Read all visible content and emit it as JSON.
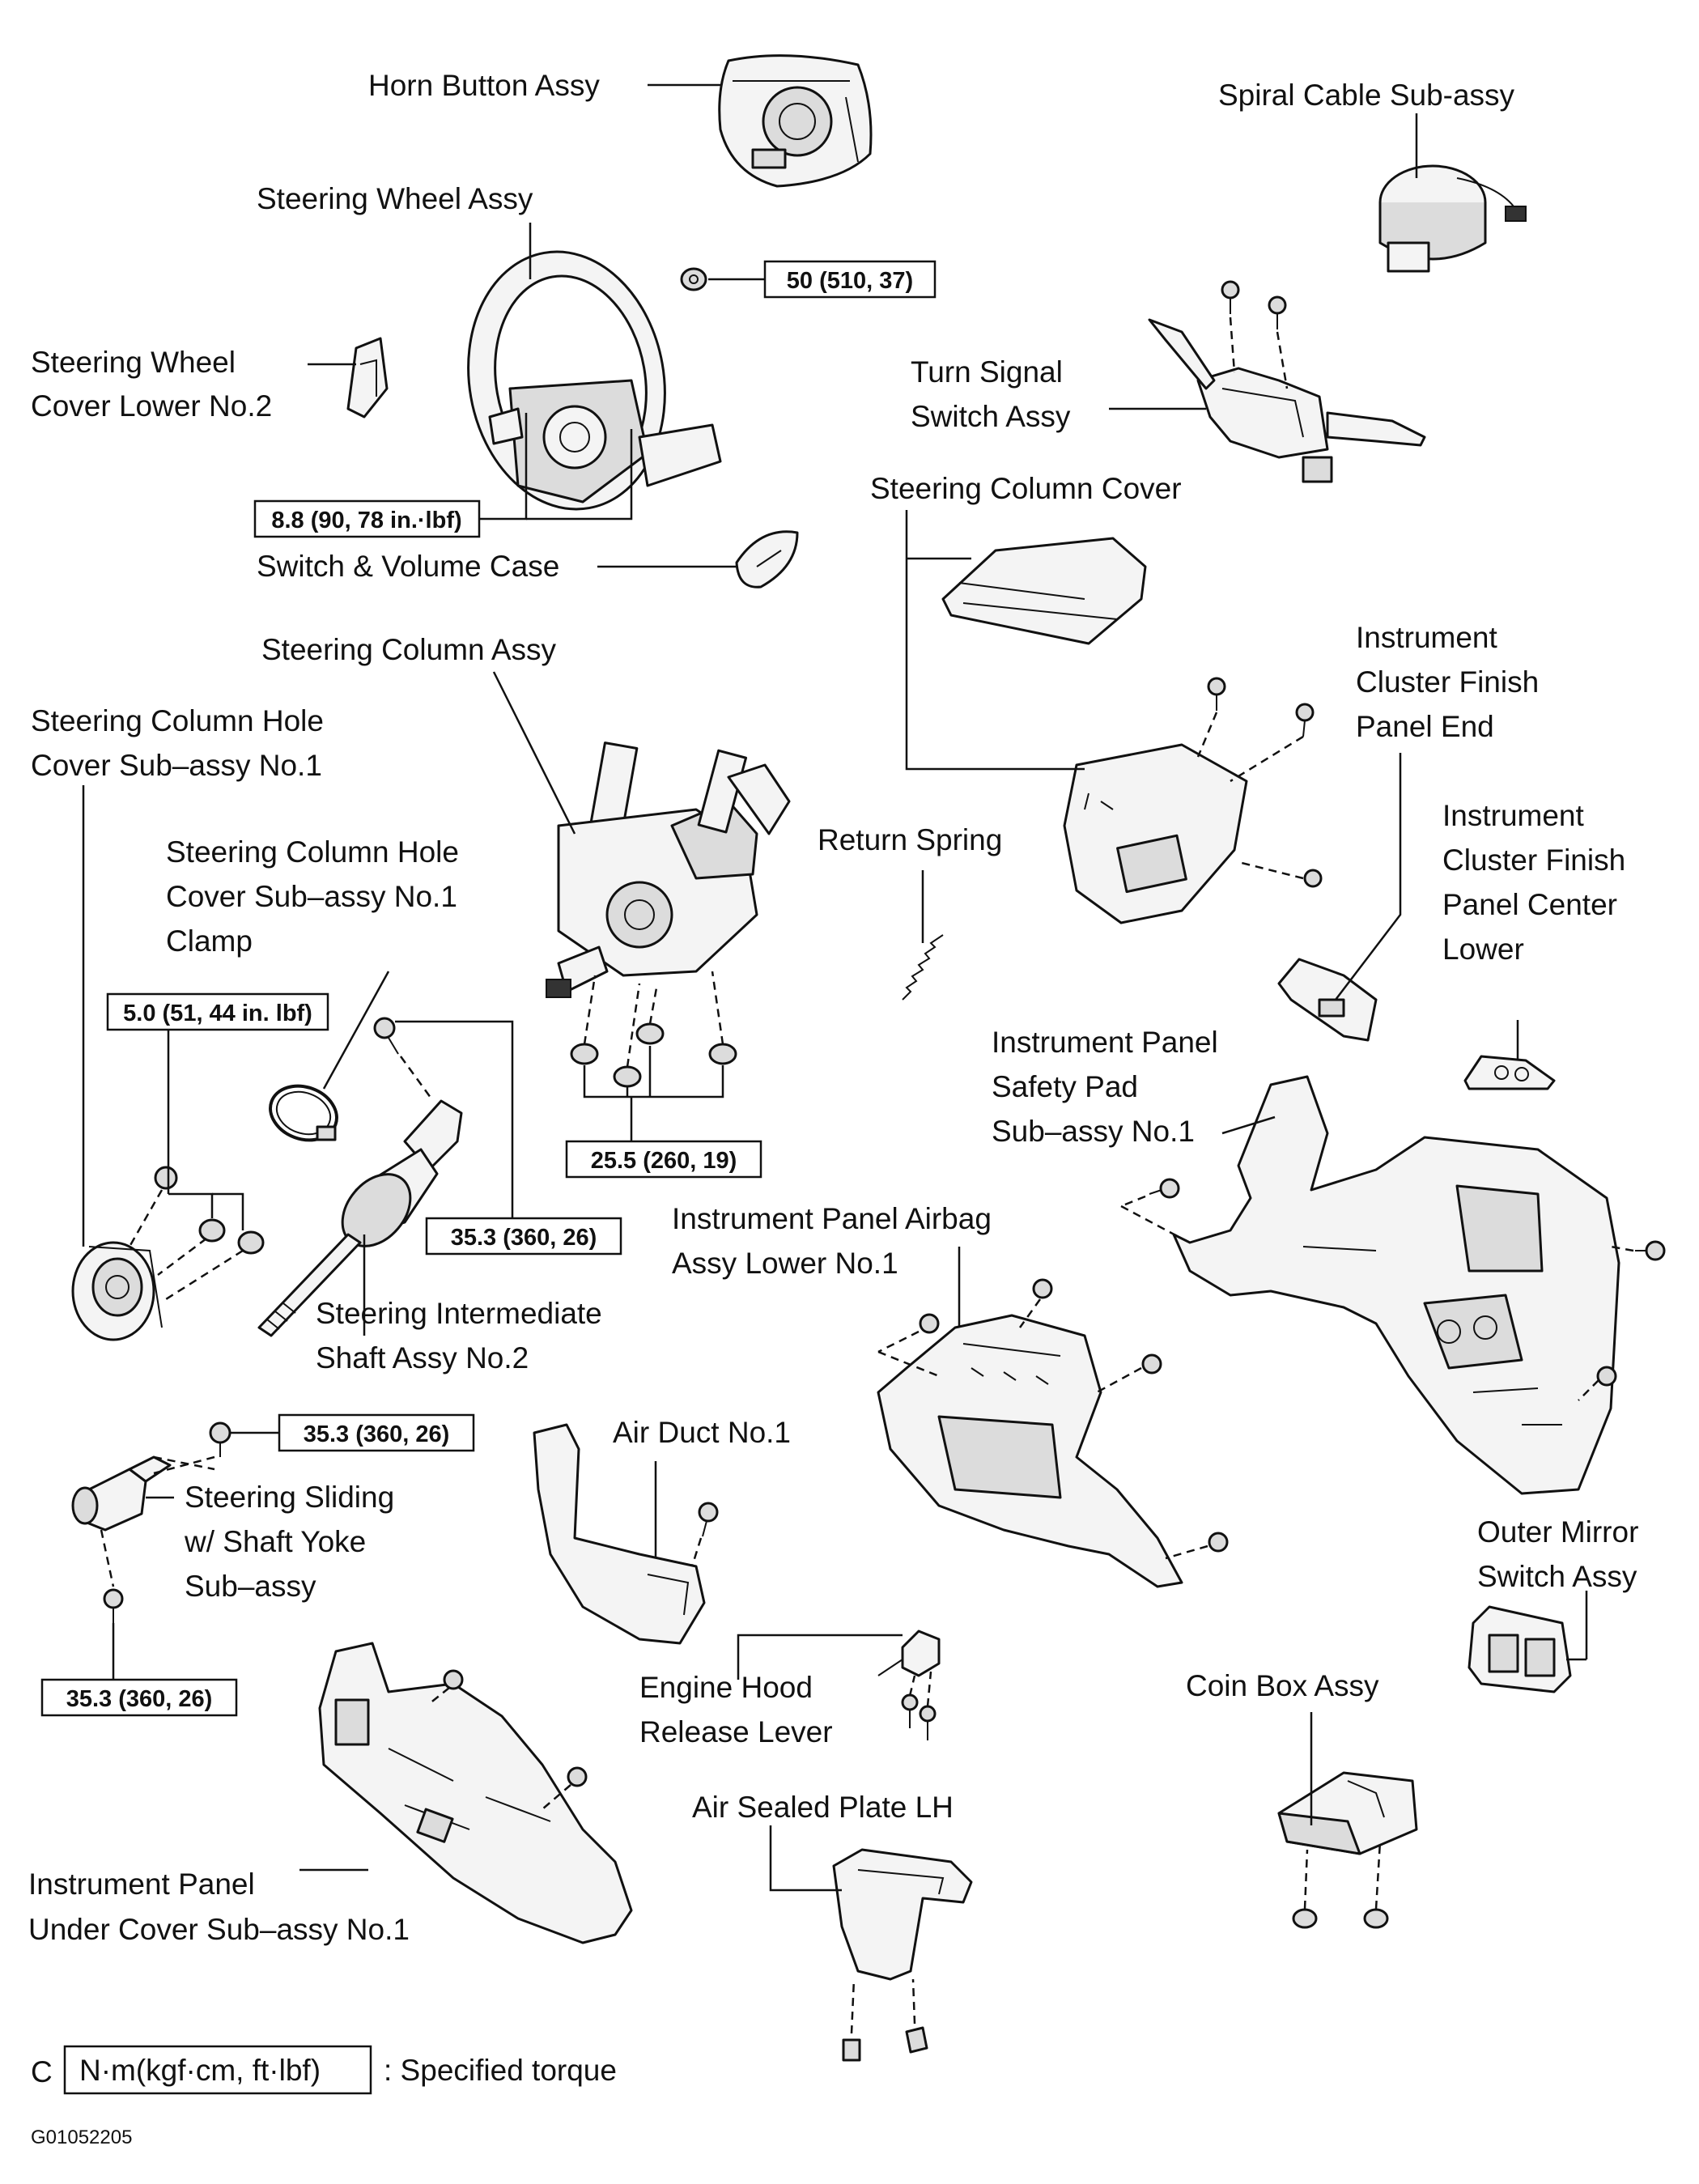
{
  "labels": {
    "horn_button": "Horn Button Assy",
    "spiral_cable": "Spiral Cable Sub-assy",
    "steering_wheel": "Steering Wheel Assy",
    "wheel_cover_lower_1": "Steering Wheel",
    "wheel_cover_lower_2": "Cover Lower No.2",
    "turn_signal_1": "Turn Signal",
    "turn_signal_2": "Switch Assy",
    "column_cover": "Steering Column Cover",
    "switch_volume_case": "Switch & Volume Case",
    "column_assy": "Steering Column Assy",
    "cluster_end_1": "Instrument",
    "cluster_end_2": "Cluster Finish",
    "cluster_end_3": "Panel End",
    "hole_cover_1": "Steering Column Hole",
    "hole_cover_2": "Cover Sub–assy No.1",
    "hole_clamp_1": "Steering Column Hole",
    "hole_clamp_2": "Cover Sub–assy No.1",
    "hole_clamp_3": "Clamp",
    "return_spring": "Return Spring",
    "cluster_center_1": "Instrument",
    "cluster_center_2": "Cluster Finish",
    "cluster_center_3": "Panel Center",
    "cluster_center_4": "Lower",
    "safety_pad_1": "Instrument Panel",
    "safety_pad_2": "Safety Pad",
    "safety_pad_3": "Sub–assy No.1",
    "airbag_lower_1": "Instrument Panel Airbag",
    "airbag_lower_2": "Assy Lower No.1",
    "intermediate_shaft_1": "Steering Intermediate",
    "intermediate_shaft_2": "Shaft Assy No.2",
    "air_duct": "Air Duct No.1",
    "sliding_yoke_1": "Steering Sliding",
    "sliding_yoke_2": "w/ Shaft Yoke",
    "sliding_yoke_3": "Sub–assy",
    "outer_mirror_1": "Outer Mirror",
    "outer_mirror_2": "Switch Assy",
    "engine_hood_1": "Engine Hood",
    "engine_hood_2": "Release Lever",
    "coin_box": "Coin Box Assy",
    "air_sealed_plate": "Air Sealed Plate LH",
    "under_cover_1": "Instrument Panel",
    "under_cover_2": "Under Cover Sub–assy No.1"
  },
  "torques": {
    "wheel_nut": "50 (510, 37)",
    "wheel_screws": "8.8 (90, 78 in.·lbf)",
    "hole_cover": "5.0 (51, 44 in. lbf)",
    "column_nuts": "25.5 (260, 19)",
    "intermediate_bolt": "35.3 (360, 26)",
    "sliding_upper": "35.3 (360, 26)",
    "sliding_lower": "35.3 (360, 26)"
  },
  "legend": {
    "letter": "C",
    "unit": "N·m(kgf·cm, ft·lbf)",
    "text": ": Specified torque"
  },
  "figure_code": "G01052205"
}
